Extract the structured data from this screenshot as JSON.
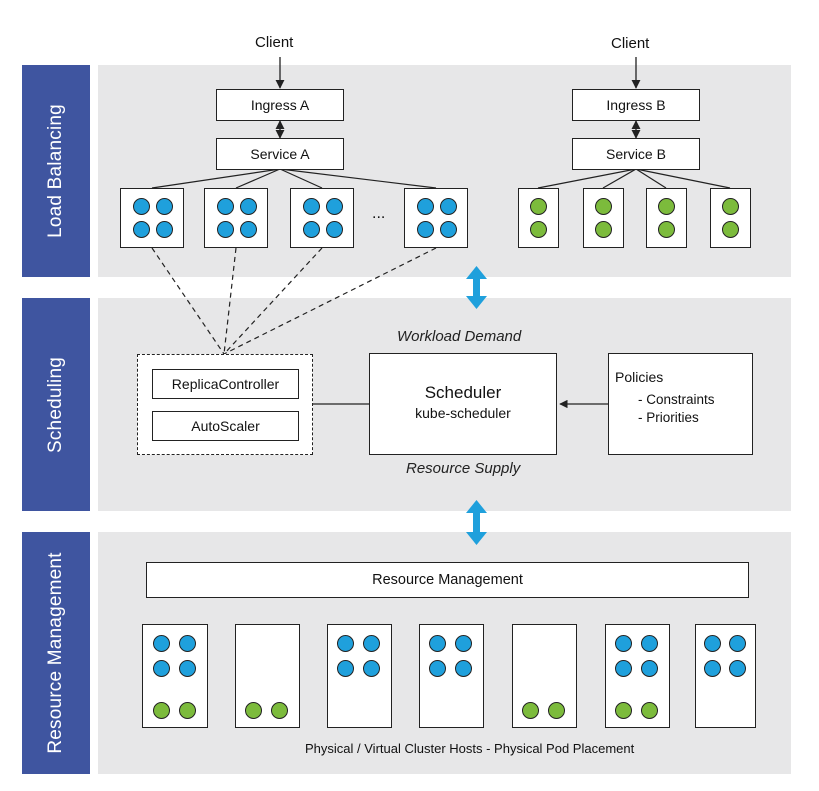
{
  "layers": {
    "load_balancing": "Load Balancing",
    "scheduling": "Scheduling",
    "resource_management": "Resource Management"
  },
  "load_balancing": {
    "client_a": "Client",
    "client_b": "Client",
    "ingress_a": "Ingress A",
    "ingress_b": "Ingress B",
    "service_a": "Service A",
    "service_b": "Service B",
    "ellipsis": "..."
  },
  "scheduling": {
    "workload_demand": "Workload Demand",
    "resource_supply": "Resource Supply",
    "replica_controller": "ReplicaController",
    "autoscaler": "AutoScaler",
    "scheduler_title": "Scheduler",
    "scheduler_sub": "kube-scheduler",
    "policies_title": "Policies",
    "constraints": "- Constraints",
    "priorities": "- Priorities"
  },
  "resource_management": {
    "title": "Resource Management",
    "caption": "Physical / Virtual Cluster Hosts - Physical Pod Placement"
  },
  "colors": {
    "side_band": "#3f55a0",
    "layer_bg": "#e7e7e8",
    "pod_blue": "#1fa0dc",
    "pod_green": "#7cbb3c",
    "arrow": "#1fa0dc"
  }
}
